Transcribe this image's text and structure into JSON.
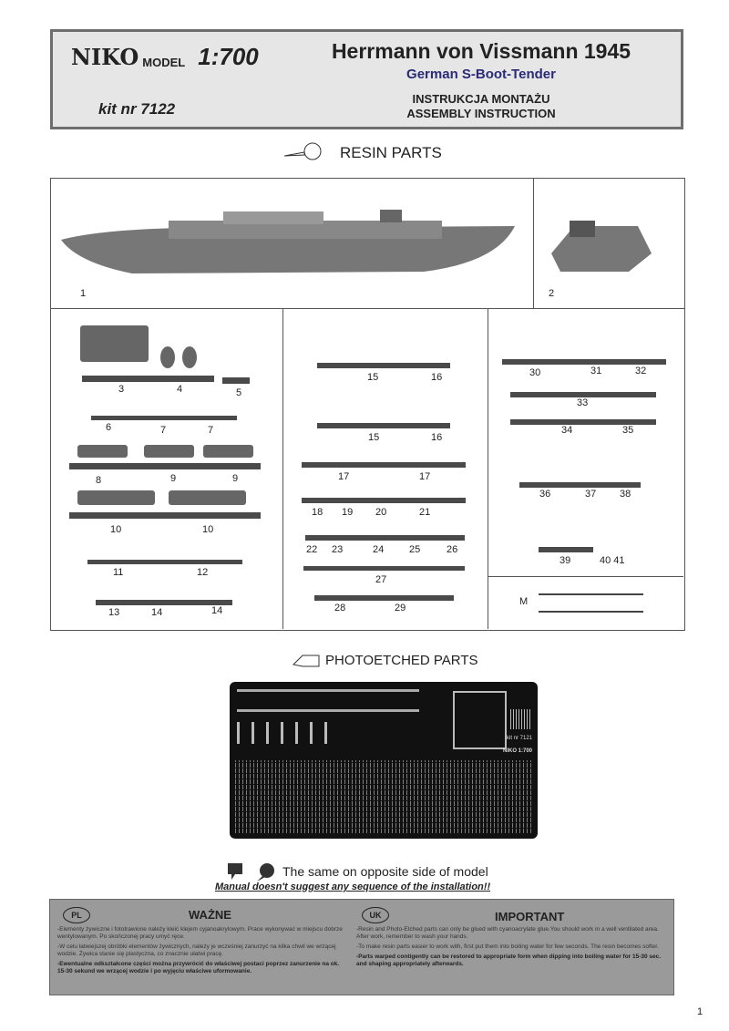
{
  "header": {
    "logo": "NIKO",
    "logo_model": "MODEL",
    "scale": "1:700",
    "kit": "kit nr 7122",
    "title": "Herrmann von Vissmann 1945",
    "subtitle": "German S-Boot-Tender",
    "instr_pl": "INSTRUKCJA MONTAŻU",
    "instr_en": "ASSEMBLY INSTRUCTION"
  },
  "resin": {
    "heading": "RESIN PARTS",
    "icon": "magnifier-icon",
    "labels": [
      "1",
      "2",
      "3",
      "4",
      "5",
      "6",
      "7",
      "7",
      "8",
      "9",
      "9",
      "10",
      "10",
      "11",
      "12",
      "13",
      "14",
      "14",
      "15",
      "16",
      "15",
      "16",
      "17",
      "17",
      "18",
      "19",
      "20",
      "21",
      "22",
      "23",
      "24",
      "25",
      "26",
      "27",
      "28",
      "29",
      "30",
      "31",
      "32",
      "33",
      "34",
      "35",
      "36",
      "37",
      "38",
      "39",
      "40 41",
      "M"
    ]
  },
  "photoetched": {
    "heading": "PHOTOETCHED PARTS",
    "icon": "pe-fret-icon",
    "fret_label": "kit nr 7121",
    "fret_brand": "NIKO 1:700"
  },
  "note": {
    "text": "The same on opposite side of model",
    "warning": "Manual doesn't suggest any sequence of the installation!!"
  },
  "important": {
    "pl": {
      "badge": "PL",
      "title": "WAŻNE",
      "p1": "-Elementy żywiczne i fototrawione należy kleić klejem cyjanoakrylowym. Prace wykonywać w miejscu dobrze wentylowanym. Po skończonej pracy umyć ręce.",
      "p2": "-W celu łatwiejszej obróbki elementów żywicznych, należy je wcześniej zanurzyć na kilka chwil we wrzącej wodzie. Żywica stanie się plastyczna, co znacznie ułatwi pracę.",
      "p3": "-Ewentualne odkształcone części można przywrócić do właściwej postaci poprzez zanurzenie na ok. 15-30 sekund we wrzącej wodzie i po wyjęciu właściwe uformowanie."
    },
    "uk": {
      "badge": "UK",
      "title": "IMPORTANT",
      "p1": "-Resin and Photo-Etched parts can only be glued with cyanoacrylate glue.You should work in a well ventilated area. After work, remember to wash your hands.",
      "p2": "-To make resin parts easier to work with, first put them into boiling water for few seconds. The resin becomes softer.",
      "p3": "-Parts warped contigently can be restored to appropriate form when dipping into boiling water for 15-30 sec. and shaping appropriately afterwards."
    }
  },
  "page_number": "1"
}
